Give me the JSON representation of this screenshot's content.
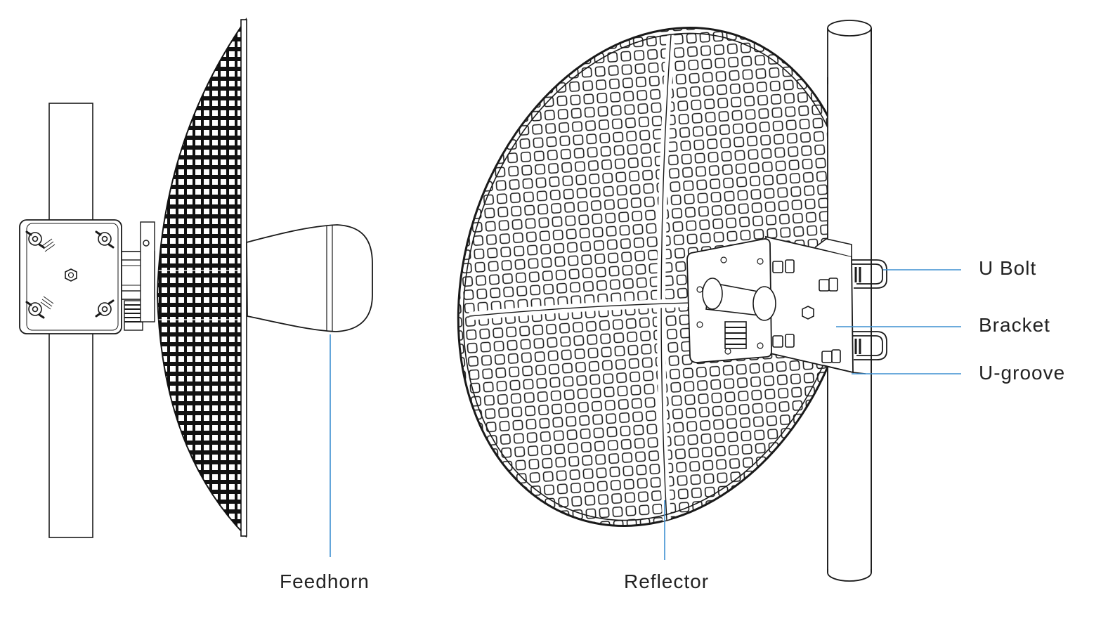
{
  "labels": {
    "feedhorn": "Feedhorn",
    "reflector": "Reflector",
    "u_bolt": "U Bolt",
    "bracket": "Bracket",
    "u_groove": "U-groove"
  },
  "colors": {
    "leader_line": "#3d8fd1",
    "outline": "#1a1a1a",
    "background": "#ffffff"
  }
}
